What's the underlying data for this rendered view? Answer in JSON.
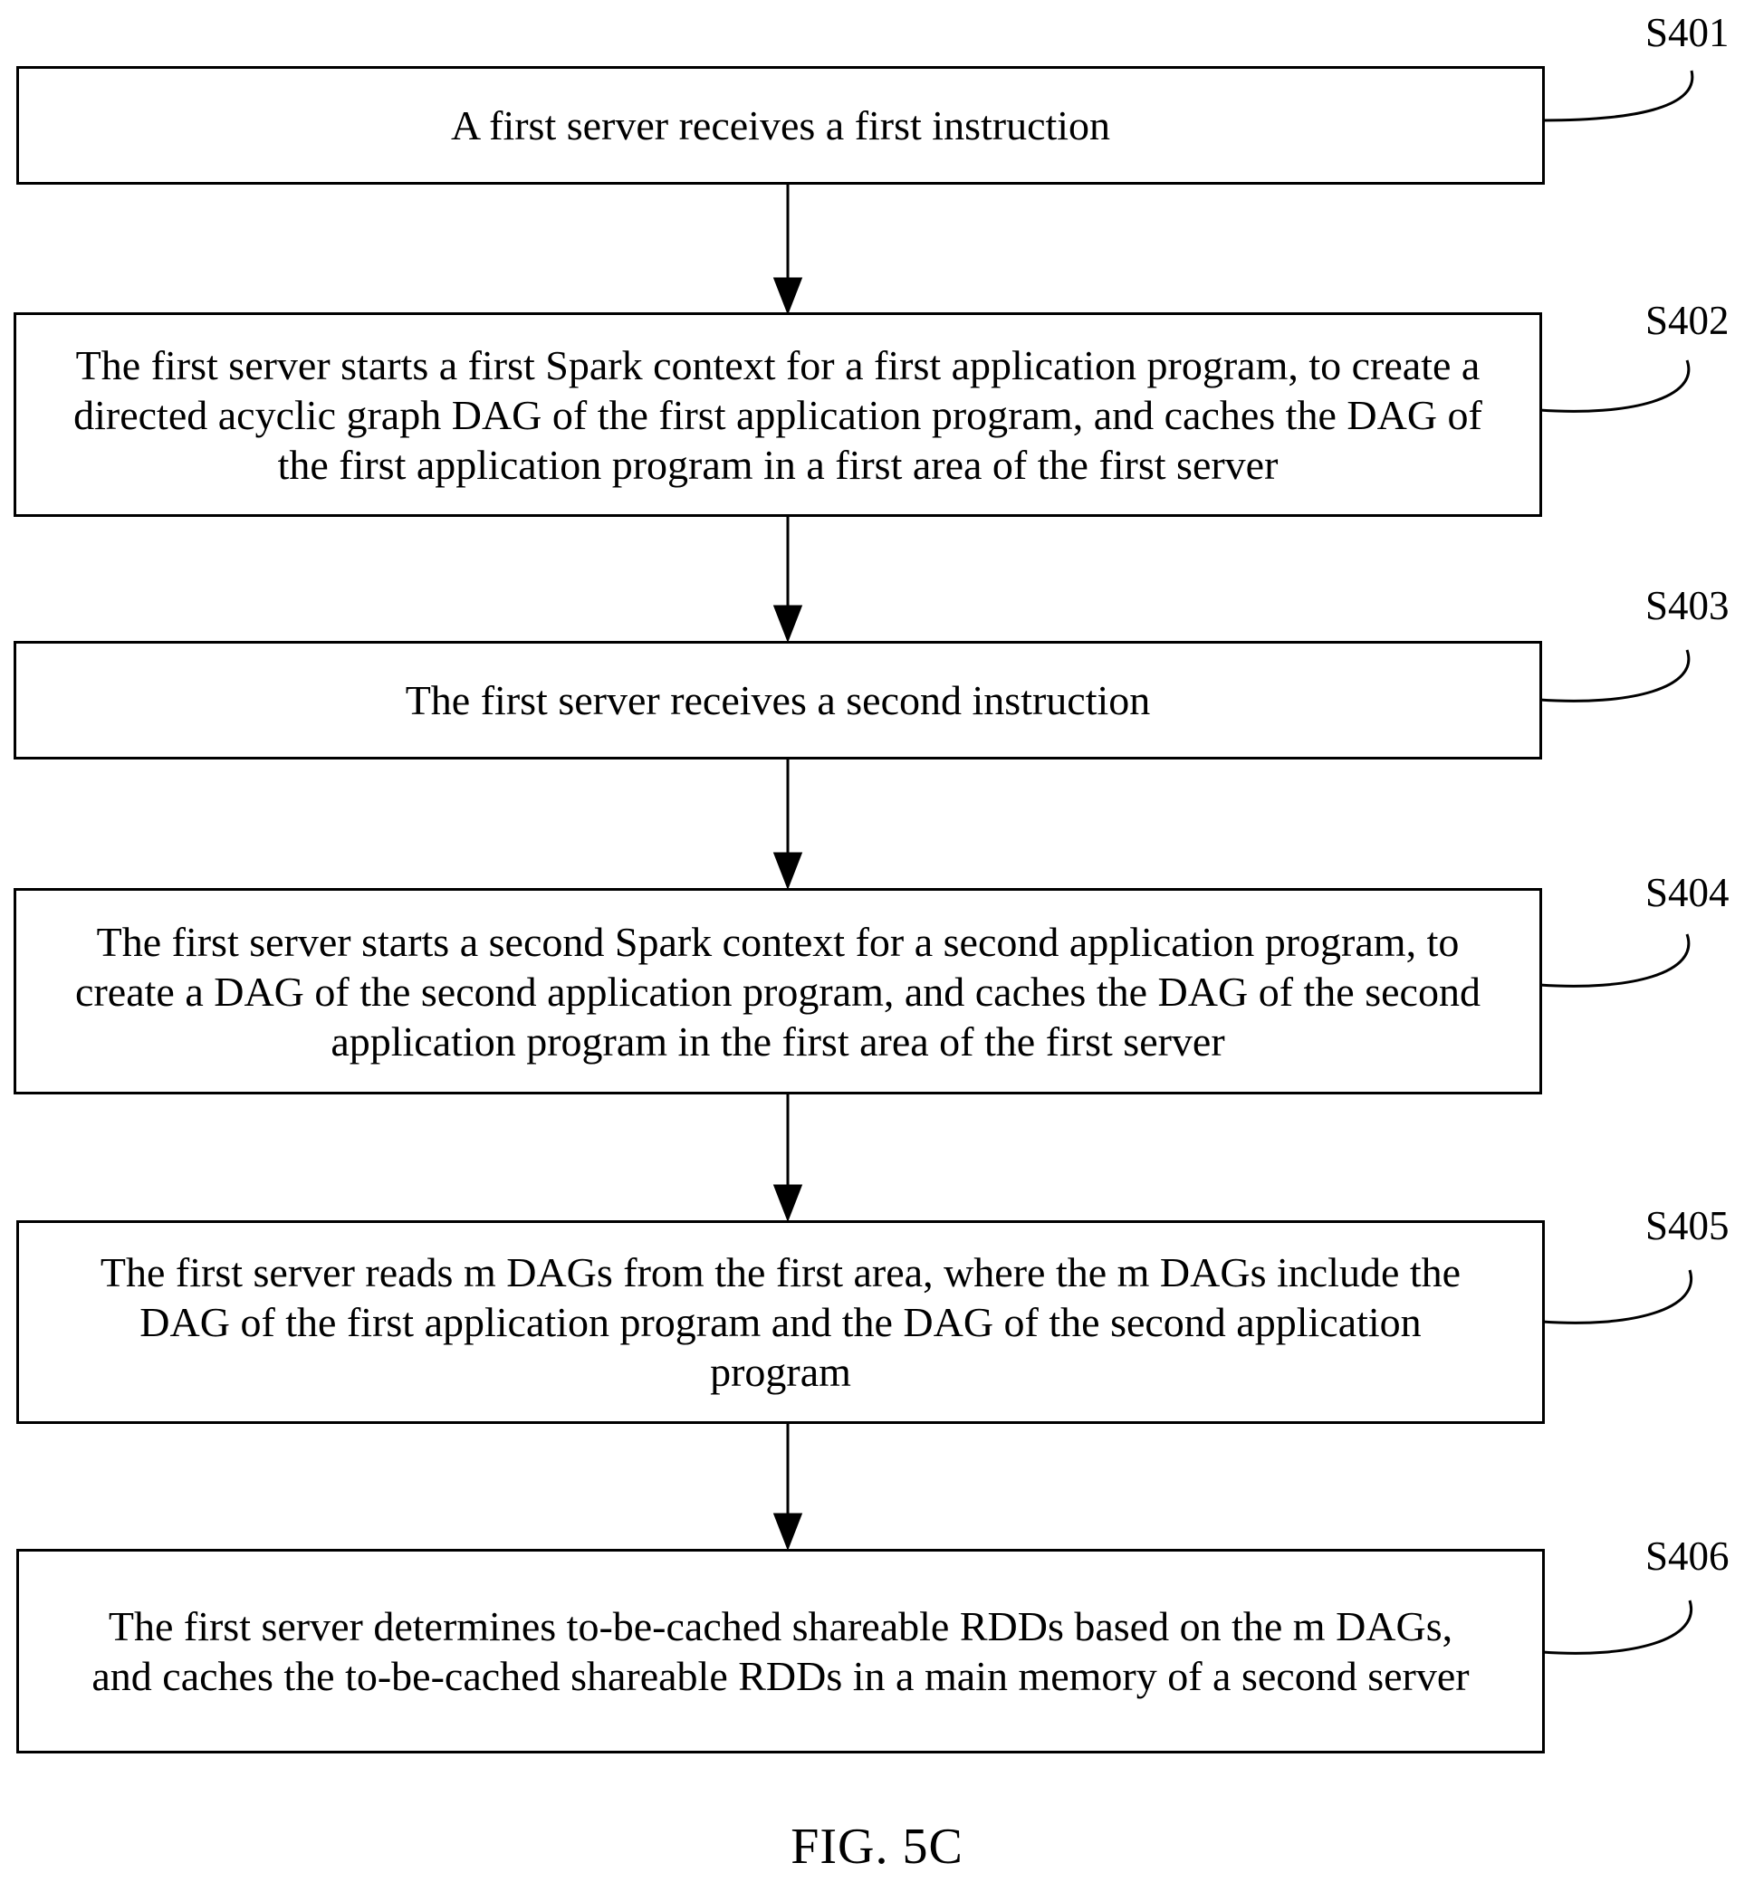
{
  "steps": [
    {
      "id": "S401",
      "text": "A first server receives a first instruction"
    },
    {
      "id": "S402",
      "text": "The first server starts a first Spark context for a first application program, to create a directed acyclic graph DAG of the first application program, and caches the DAG of the first application program in a first area of the first server"
    },
    {
      "id": "S403",
      "text": "The first server receives a second instruction"
    },
    {
      "id": "S404",
      "text": "The first server starts a second Spark context for a second application program, to create a DAG of the second application program, and caches the DAG of the second application program in the first area of the first server"
    },
    {
      "id": "S405",
      "text": "The first server reads m DAGs from the first area, where the m DAGs include the DAG of the first application program and the DAG of the second application program"
    },
    {
      "id": "S406",
      "text": "The first server determines to-be-cached shareable RDDs based on the m DAGs, and caches the to-be-cached shareable RDDs in a main memory of a second server"
    }
  ],
  "figure_caption": "FIG. 5C"
}
